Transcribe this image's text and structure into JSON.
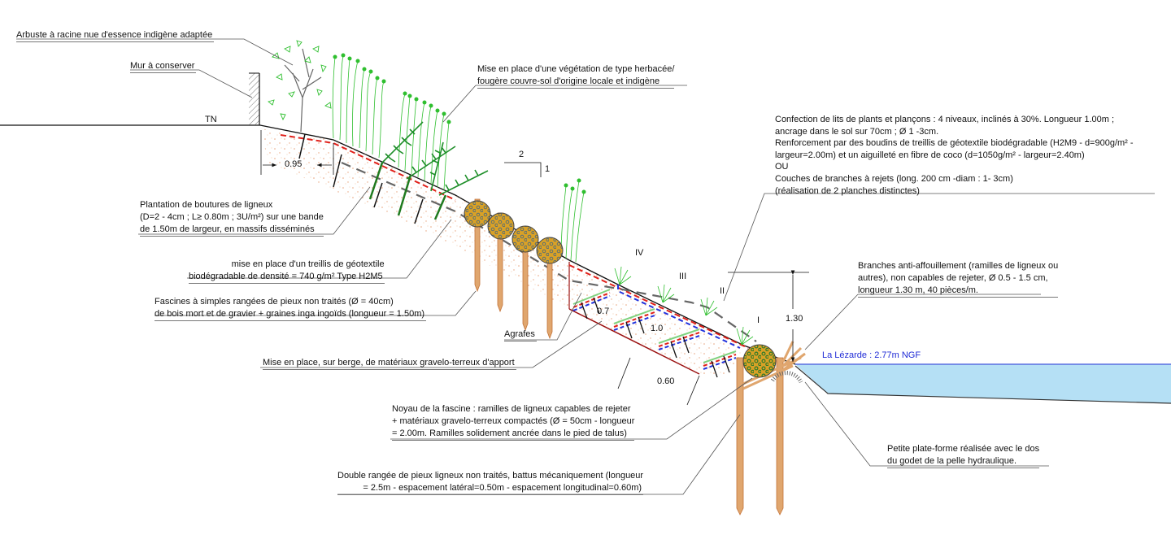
{
  "title": "Coupe type - technique de génie végétal en berge",
  "colors": {
    "water": "#b5e0f5",
    "water_line": "#5a6fe0",
    "stake": "#e0a66e",
    "stake_edge": "#c4743a",
    "fascine_fill": "#d9a126",
    "fascine_dots": "#5b6f73",
    "core_dots": "#2e7a2a",
    "geotextile_red": "#e0201a",
    "geotextile_blue": "#2233dd",
    "vegetation": "#2fbf2f",
    "fern": "#1f8f2a",
    "soil_dots": "#e8a27a",
    "slope_red": "#9b1212",
    "water_label": "#1f2bd6"
  },
  "labels": {
    "arbuste": "Arbuste à racine nue d'essence indigène adaptée",
    "mur": "Mur à conserver",
    "tn": "TN",
    "vegetation_line1": "Mise en place d'une végétation de type herbacée/",
    "vegetation_line2": "fougère couvre-sol d'origine locale et indigène",
    "confection_line1": "Confection de lits de plants et plançons : 4 niveaux, inclinés à 30%. Longueur 1.00m ;",
    "confection_line2": "ancrage dans le sol sur 70cm ; Ø 1 -3cm.",
    "confection_line3": "Renforcement par des boudins de treillis de géotextile biodégradable (H2M9 - d=900g/m² -",
    "confection_line4": "largeur=2.00m) et un aiguilleté en fibre de coco (d=1050g/m² - largeur=2.40m)",
    "confection_line5": "OU",
    "confection_line6": "Couches de branches à rejets (long. 200 cm -diam : 1- 3cm)",
    "confection_line7": "(réalisation de 2 planches distinctes)",
    "plantation_line1": "Plantation de boutures de ligneux",
    "plantation_line2": "(D=2 - 4cm ; L≥ 0.80m ; 3U/m²) sur une bande",
    "plantation_line3": "de 1.50m de largeur, en massifs disséminés",
    "treillis_line1": "mise en place d'un treillis de géotextile",
    "treillis_line2": "biodégradable de densité = 740 g/m² Type H2M5",
    "fascines_line1": "Fascines à simples rangées de pieux non traités (Ø = 40cm)",
    "fascines_line2": "de bois mort et de gravier + graines inga ingoïds (longueur = 1.50m)",
    "agrafes": "Agrafes",
    "materiaux": "Mise en place, sur berge, de matériaux gravelo-terreux d'apport",
    "branches_line1": "Branches anti-affouillement (ramilles de ligneux ou",
    "branches_line2": "autres), non capables de rejeter, Ø 0.5 - 1.5 cm,",
    "branches_line3": "longueur 1.30 m, 40 pièces/m.",
    "water_level": "La Lézarde : 2.77m NGF",
    "noyau_line1": "Noyau de la fascine : ramilles de ligneux capables de rejeter",
    "noyau_line2": "+ matériaux gravelo-terreux compactés (Ø = 50cm - longueur",
    "noyau_line3": "= 2.00m. Ramilles solidement ancrée dans le pied de talus)",
    "plateforme_line1": "Petite plate-forme réalisée avec le dos",
    "plateforme_line2": "du godet de la pelle hydraulique.",
    "double_line1": "Double rangée de pieux ligneux non traités, battus mécaniquement (longueur",
    "double_line2": "= 2.5m - espacement latéral=0.50m - espacement longitudinal=0.60m)"
  },
  "dimensions": {
    "d095": "0.95",
    "d07": "0.7",
    "d10": "1.0",
    "d060": "0.60",
    "d130": "1.30",
    "slope_h": "2",
    "slope_v": "1"
  },
  "levels": [
    "IV",
    "III",
    "II",
    "I"
  ]
}
